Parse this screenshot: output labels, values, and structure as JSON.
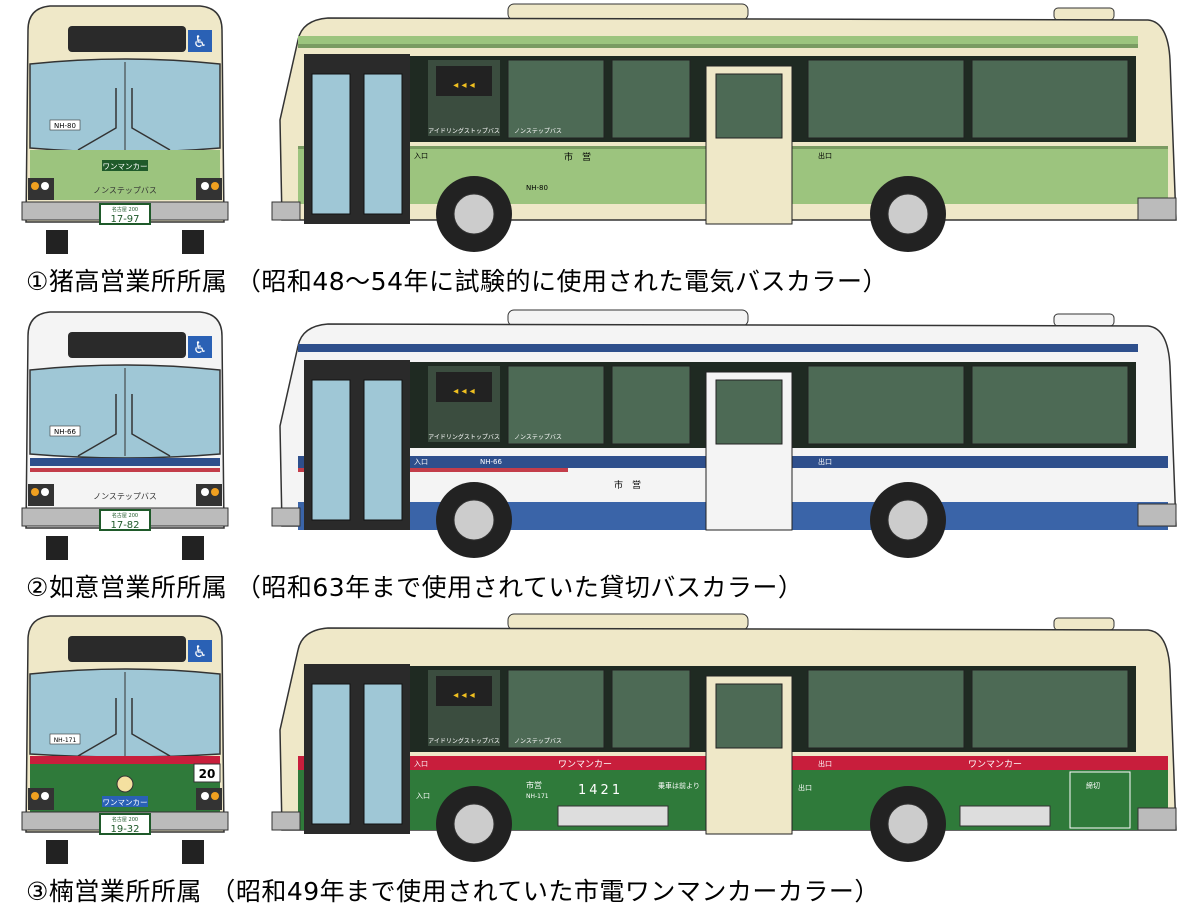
{
  "buses": [
    {
      "id": "bus-1",
      "caption": "①猪高営業所所属 （昭和48〜54年に試験的に使用された電気バスカラー）",
      "livery": "green",
      "colors": {
        "base": "#efe8c8",
        "band": "#9cc47e",
        "band_dark": "#7a9b62",
        "stripe": "#ffffff",
        "lower": "#efe8c8"
      },
      "fleet_no": "NH-80",
      "plate_area": "名古屋 200",
      "plate_no": "17-97",
      "front_label": "ノンステップバス",
      "front_sign": "ワンマンカー",
      "side_label_1": "アイドリングストップバス",
      "side_label_2": "ノンステップバス",
      "entrance": "入口",
      "exit": "出口",
      "operator": "市　営"
    },
    {
      "id": "bus-2",
      "caption": "②如意営業所所属 （昭和63年まで使用されていた貸切バスカラー）",
      "livery": "blue",
      "colors": {
        "base": "#f4f4f4",
        "band": "#2e4f8c",
        "band_dark": "#20396b",
        "stripe": "#c33d4a",
        "lower": "#3a64a8"
      },
      "fleet_no": "NH-66",
      "plate_area": "名古屋 200",
      "plate_no": "17-82",
      "front_label": "ノンステップバス",
      "side_label_1": "アイドリングストップバス",
      "side_label_2": "ノンステップバス",
      "entrance": "入口",
      "exit": "出口",
      "operator": "市　営"
    },
    {
      "id": "bus-3",
      "caption": "③楠営業所所属 （昭和49年まで使用されていた市電ワンマンカーカラー）",
      "livery": "tram",
      "colors": {
        "base": "#efe8c8",
        "band": "#2f7a3a",
        "band_dark": "#235c2c",
        "stripe": "#c81e3c",
        "lower": "#2f7a3a"
      },
      "fleet_no": "NH-171",
      "plate_area": "名古屋 200",
      "plate_no": "19-32",
      "route_no": "20",
      "front_sign": "ワンマンカー",
      "side_label_1": "アイドリングストップバス",
      "side_label_2": "ノンステップバス",
      "entrance": "入口",
      "exit": "出口",
      "operator": "市営",
      "car_number": "1421",
      "boarding_note": "乗車は前より",
      "oneman": "ワンマンカー",
      "oneman_rear": "ワンマンカー",
      "side_door_tag": "締切",
      "entrance_v": "入口",
      "exit_v": "出口"
    }
  ],
  "icons": {
    "accessibility": "wheelchair-icon"
  }
}
